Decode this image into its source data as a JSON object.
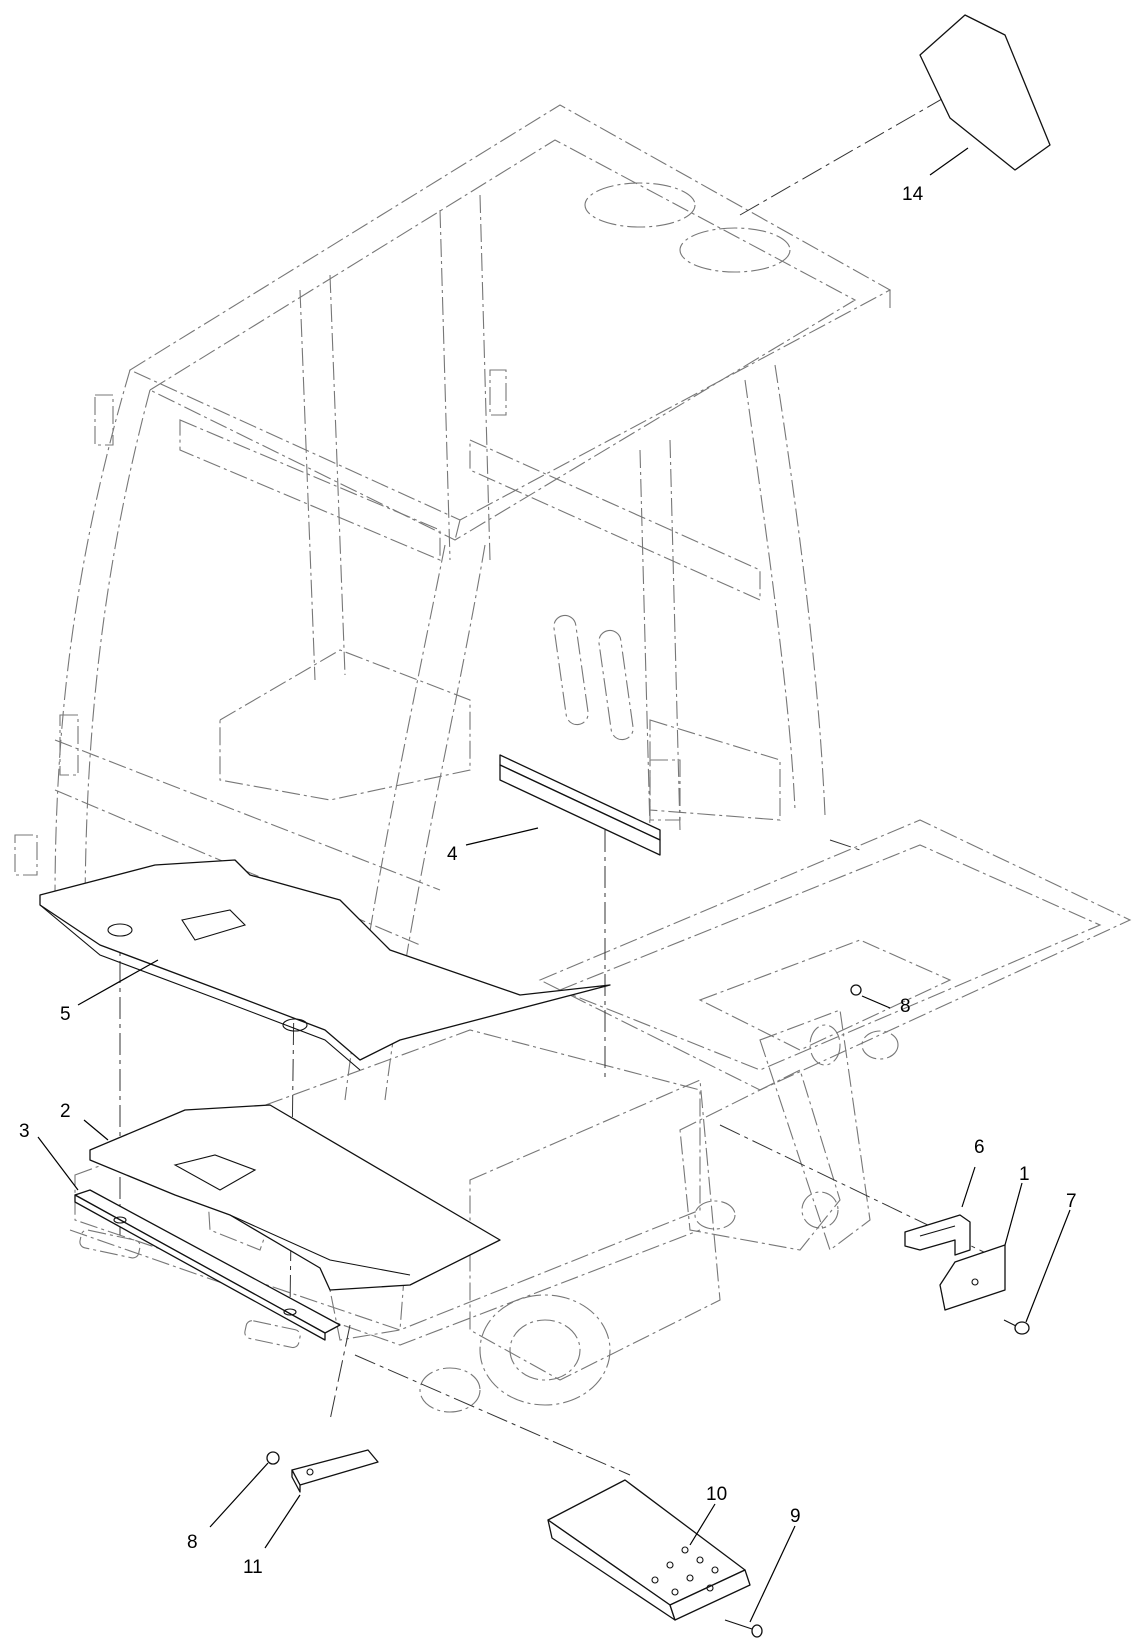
{
  "diagram": {
    "type": "exploded-parts-view",
    "callouts": [
      {
        "id": "c1",
        "label": "1"
      },
      {
        "id": "c2",
        "label": "2"
      },
      {
        "id": "c3",
        "label": "3"
      },
      {
        "id": "c4",
        "label": "4"
      },
      {
        "id": "c5",
        "label": "5"
      },
      {
        "id": "c6",
        "label": "6"
      },
      {
        "id": "c7",
        "label": "7"
      },
      {
        "id": "c8a",
        "label": "8"
      },
      {
        "id": "c8b",
        "label": "8"
      },
      {
        "id": "c9",
        "label": "9"
      },
      {
        "id": "c10",
        "label": "10"
      },
      {
        "id": "c11",
        "label": "11"
      },
      {
        "id": "c14",
        "label": "14"
      }
    ]
  }
}
